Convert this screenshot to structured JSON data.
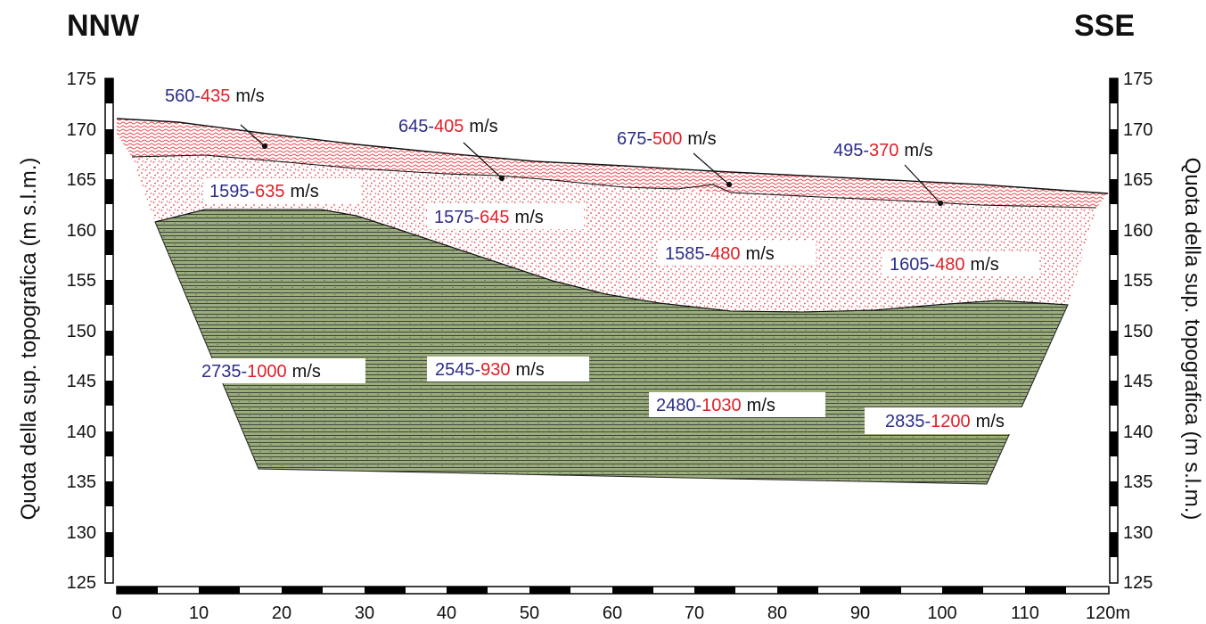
{
  "header": {
    "left_direction": "NNW",
    "right_direction": "SSE"
  },
  "axes": {
    "left_title": "Quota della sup. topografica (m s.l.m.)",
    "right_title": "Quota della sup. topografica (m s.l.m.)",
    "elevation_ticks": [
      "175",
      "170",
      "165",
      "160",
      "155",
      "150",
      "145",
      "140",
      "135",
      "130",
      "125"
    ],
    "distance_ticks": [
      "0",
      "10",
      "20",
      "30",
      "40",
      "50",
      "60",
      "70",
      "80",
      "90",
      "100",
      "110",
      "120m"
    ]
  },
  "colors": {
    "vp": "#2b2d86",
    "vs": "#e01f26",
    "unit": "#111111",
    "bedrock_fill": "#9aad7c",
    "weathered_stipple": "#e8434a"
  },
  "layers": {
    "top": [
      {
        "vp": "560",
        "vs": "435",
        "unit": "m/s"
      },
      {
        "vp": "645",
        "vs": "405",
        "unit": "m/s"
      },
      {
        "vp": "675",
        "vs": "500",
        "unit": "m/s"
      },
      {
        "vp": "495",
        "vs": "370",
        "unit": "m/s"
      }
    ],
    "middle": [
      {
        "vp": "1595",
        "vs": "635",
        "unit": "m/s"
      },
      {
        "vp": "1575",
        "vs": "645",
        "unit": "m/s"
      },
      {
        "vp": "1585",
        "vs": "480",
        "unit": "m/s"
      },
      {
        "vp": "1605",
        "vs": "480",
        "unit": "m/s"
      }
    ],
    "bedrock": [
      {
        "vp": "2735",
        "vs": "1000",
        "unit": "m/s"
      },
      {
        "vp": "2545",
        "vs": "930",
        "unit": "m/s"
      },
      {
        "vp": "2480",
        "vs": "1030",
        "unit": "m/s"
      },
      {
        "vp": "2835",
        "vs": "1200",
        "unit": "m/s"
      }
    ],
    "separator": "-"
  }
}
